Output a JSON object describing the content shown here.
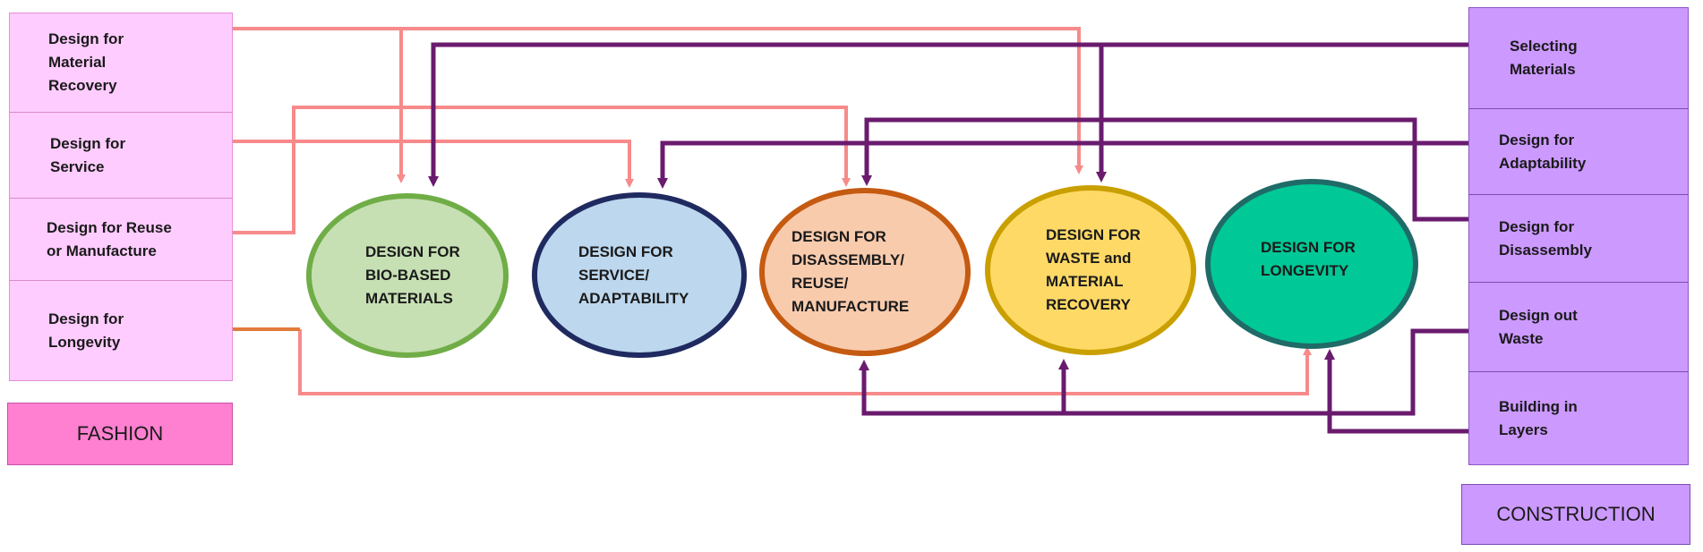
{
  "fashion": {
    "label": "FASHION",
    "items": [
      {
        "label": "Design for\nMaterial\nRecovery"
      },
      {
        "label": "Design for\nService"
      },
      {
        "label": "Design for Reuse\nor Manufacture"
      },
      {
        "label": "Design for\nLongevity"
      }
    ]
  },
  "construction": {
    "label": "CONSTRUCTION",
    "items": [
      {
        "label": "Selecting\nMaterials"
      },
      {
        "label": "Design for\nAdaptability"
      },
      {
        "label": "Design for\nDisassembly"
      },
      {
        "label": "Design out\nWaste"
      },
      {
        "label": "Building in\nLayers"
      }
    ]
  },
  "strategies": [
    {
      "label": "DESIGN FOR\nBIO-BASED\nMATERIALS"
    },
    {
      "label": "DESIGN FOR\nSERVICE/\nADAPTABILITY"
    },
    {
      "label": "DESIGN FOR\nDISASSEMBLY/\nREUSE/\nMANUFACTURE"
    },
    {
      "label": "DESIGN FOR\nWASTE and\nMATERIAL\nRECOVERY"
    },
    {
      "label": "DESIGN FOR\nLONGEVITY"
    }
  ],
  "colors": {
    "fashion_line": "#f78a8a",
    "construction_line": "#6a1b6e",
    "longevity_line": "#e07b39"
  }
}
